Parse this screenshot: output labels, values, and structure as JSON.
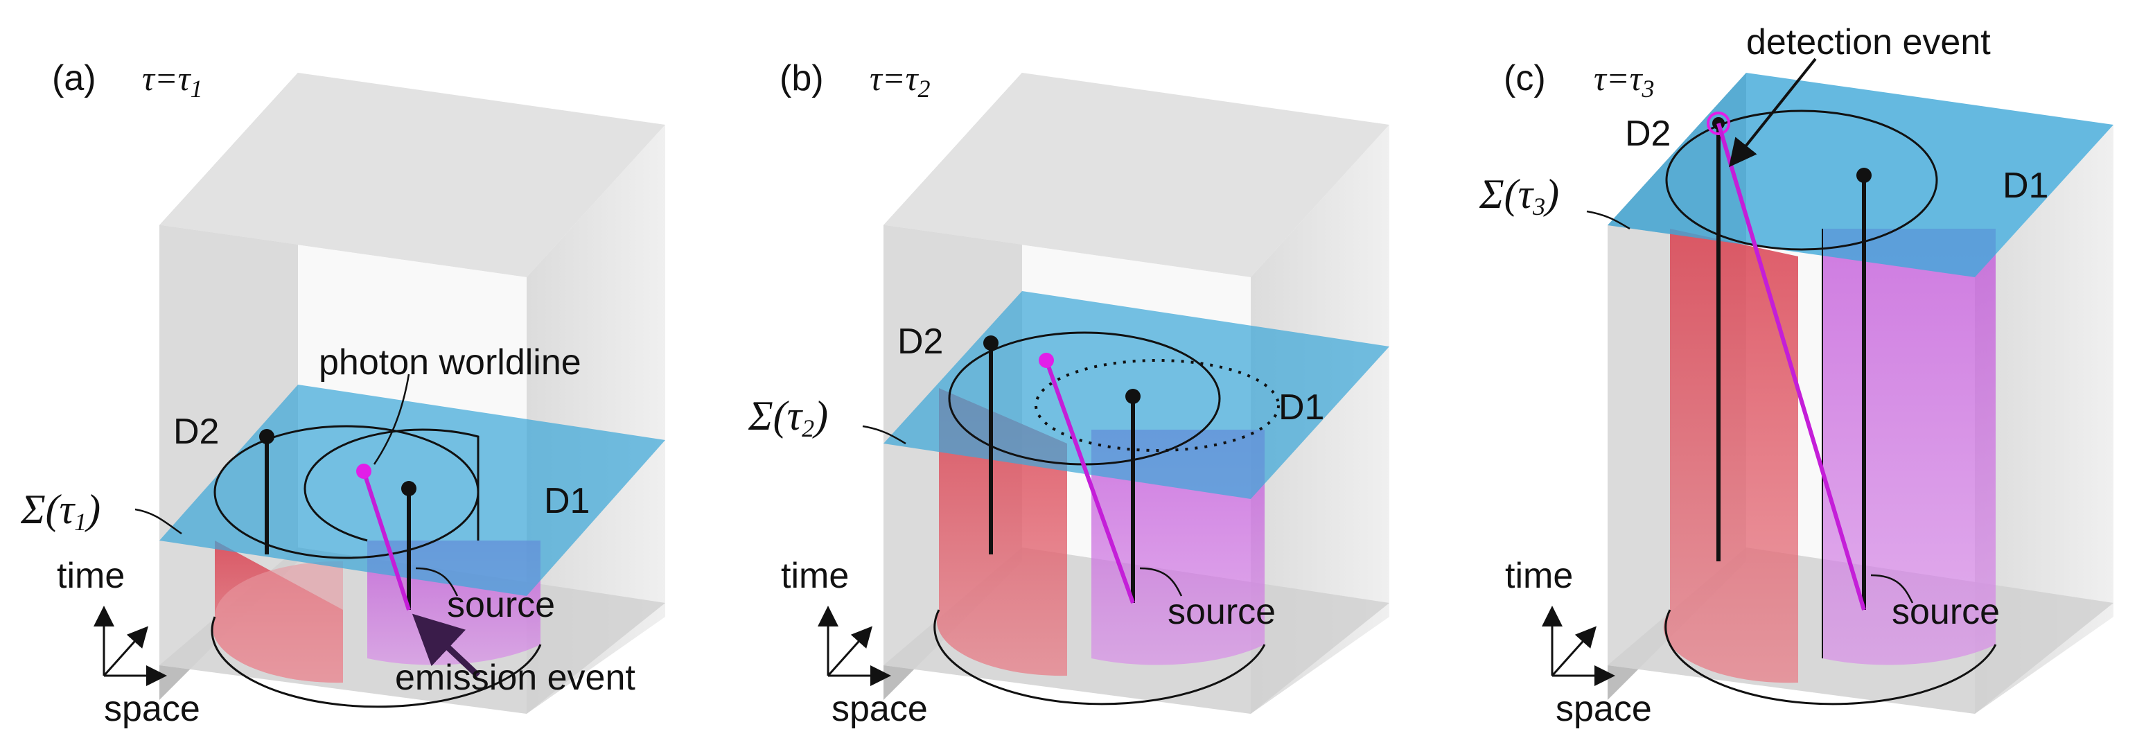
{
  "panels": [
    {
      "id": "a",
      "tag": "(a)",
      "tau_label": "τ=τ",
      "tau_sub": "1",
      "sigma": "Σ(τ",
      "sigma_sub": "1",
      "sigma_close": ")",
      "d1": "D1",
      "d2": "D2",
      "source": "source",
      "time": "time",
      "space": "space",
      "photon_worldline": "photon worldline",
      "emission_event": "emission event"
    },
    {
      "id": "b",
      "tag": "(b)",
      "tau_label": "τ=τ",
      "tau_sub": "2",
      "sigma": "Σ(τ",
      "sigma_sub": "2",
      "sigma_close": ")",
      "d1": "D1",
      "d2": "D2",
      "source": "source",
      "time": "time",
      "space": "space"
    },
    {
      "id": "c",
      "tag": "(c)",
      "tau_label": "τ=τ",
      "tau_sub": "3",
      "sigma": "Σ(τ",
      "sigma_sub": "3",
      "sigma_close": ")",
      "d1": "D1",
      "d2": "D2",
      "source": "source",
      "time": "time",
      "space": "space",
      "detection_event": "detection event"
    }
  ],
  "colors": {
    "box_left": "#c4c4c4",
    "box_top": "#dcdcdc",
    "box_right": "#e4e4e4",
    "slice": "#3fa8d8",
    "red_cylinder": "#d9404f",
    "magenta_cylinder": "#c95bd8",
    "photon": "#c41ed8"
  }
}
